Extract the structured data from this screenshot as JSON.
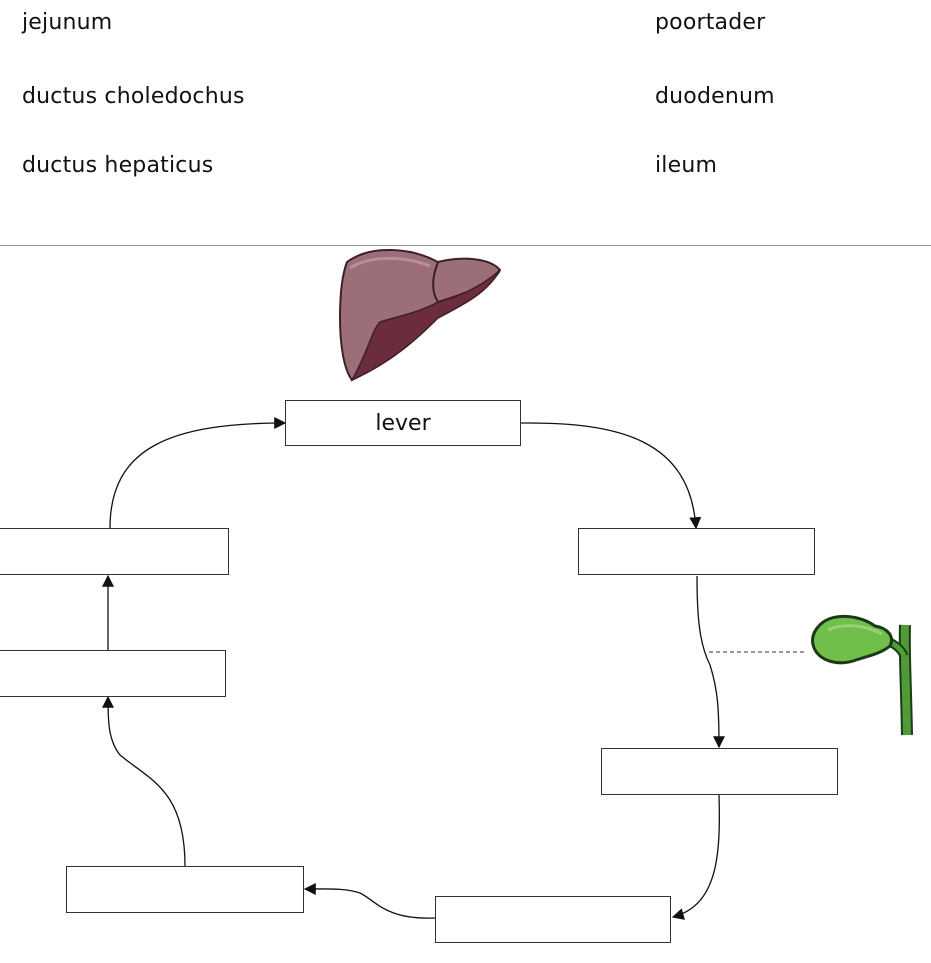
{
  "word_bank": [
    "jejunum",
    "poortader",
    "ductus choledochus",
    "duodenum",
    "ductus hepaticus",
    "ileum"
  ],
  "boxes": {
    "liver": "lever",
    "right_upper": "",
    "right_lower": "",
    "bottom_right": "",
    "bottom_left": "",
    "left_lower": "",
    "left_upper": ""
  },
  "icons": {
    "liver": "liver-icon",
    "gallbladder": "gallbladder-icon"
  },
  "colors": {
    "liver_fill": "#9c6f78",
    "liver_dark": "#6b2c3c",
    "gallbladder_fill": "#6fbf4a",
    "duct": "#3f8f2f"
  }
}
